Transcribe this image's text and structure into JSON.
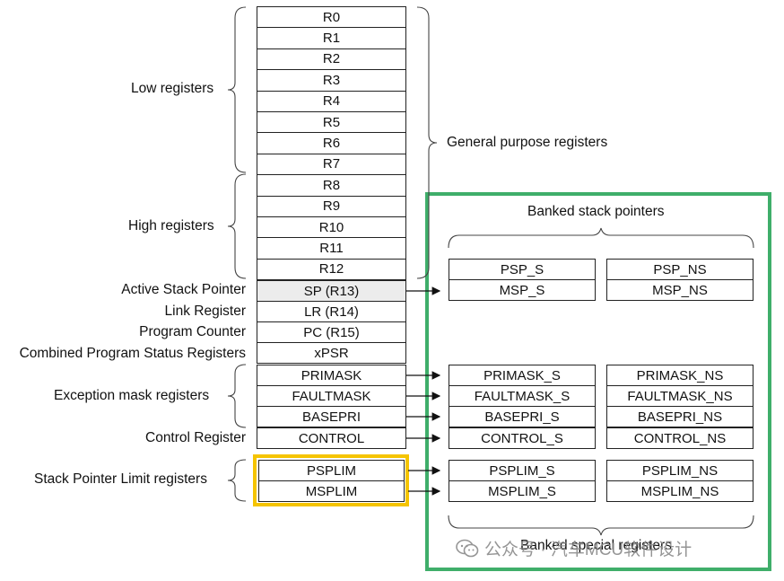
{
  "core_registers": [
    "R0",
    "R1",
    "R2",
    "R3",
    "R4",
    "R5",
    "R6",
    "R7",
    "R8",
    "R9",
    "R10",
    "R11",
    "R12"
  ],
  "special_registers": {
    "sp": "SP (R13)",
    "lr": "LR (R14)",
    "pc": "PC (R15)",
    "xpsr": "xPSR",
    "primask": "PRIMASK",
    "faultmask": "FAULTMASK",
    "basepri": "BASEPRI",
    "control": "CONTROL",
    "psplim": "PSPLIM",
    "msplim": "MSPLIM"
  },
  "labels": {
    "low_registers": "Low registers",
    "high_registers": "High registers",
    "general_purpose": "General purpose registers",
    "active_sp": "Active Stack Pointer",
    "link_register": "Link Register",
    "program_counter": "Program Counter",
    "combined_psr": "Combined Program Status Registers",
    "exception_mask": "Exception mask registers",
    "control_register": "Control Register",
    "sp_limit": "Stack Pointer Limit registers",
    "banked_sp": "Banked stack pointers",
    "banked_special": "Banked special registers"
  },
  "banked": {
    "psp_s": "PSP_S",
    "psp_ns": "PSP_NS",
    "msp_s": "MSP_S",
    "msp_ns": "MSP_NS",
    "primask_s": "PRIMASK_S",
    "primask_ns": "PRIMASK_NS",
    "faultmask_s": "FAULTMASK_S",
    "faultmask_ns": "FAULTMASK_NS",
    "basepri_s": "BASEPRI_S",
    "basepri_ns": "BASEPRI_NS",
    "control_s": "CONTROL_S",
    "control_ns": "CONTROL_NS",
    "psplim_s": "PSPLIM_S",
    "psplim_ns": "PSPLIM_NS",
    "msplim_s": "MSPLIM_S",
    "msplim_ns": "MSPLIM_NS"
  },
  "watermark": "公众号 · 汽车MCU软件设计",
  "colors": {
    "highlight_green": "#3fae6a",
    "highlight_yellow": "#f5c400",
    "shaded_cell": "#ececec"
  }
}
